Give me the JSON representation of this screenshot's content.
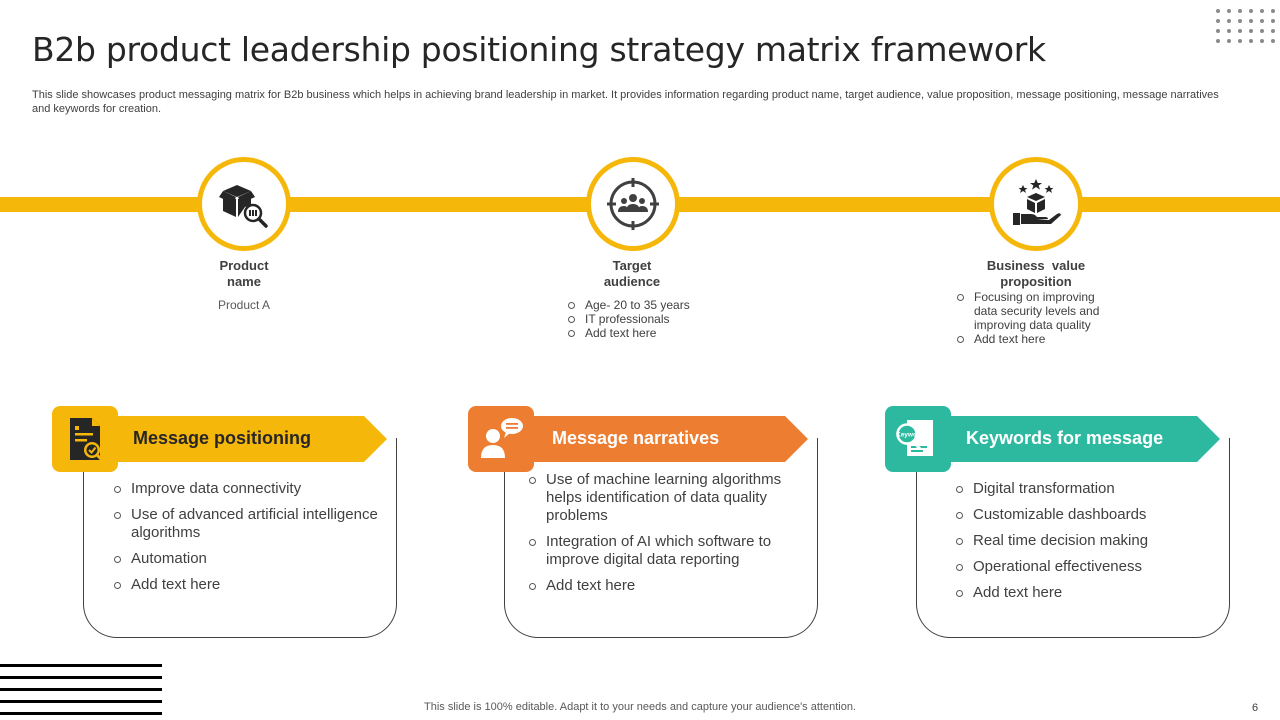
{
  "slide": {
    "title": "B2b product leadership positioning strategy matrix framework",
    "subtitle": "This slide showcases product messaging matrix for B2b business which helps in achieving brand leadership in market. It provides information regarding product name, target audience, value proposition, message positioning, message narratives and keywords for creation.",
    "footer": "This slide is 100% editable. Adapt it to your needs and capture your audience's attention.",
    "page_number": "6"
  },
  "colors": {
    "yellow": "#F6B70B",
    "orange": "#ED7D31",
    "teal": "#2DB9A0",
    "text": "#404040"
  },
  "timeline": [
    {
      "icon": "product-box-search-icon",
      "label_line1": "Product",
      "label_line2": "name",
      "text": "Product A"
    },
    {
      "icon": "target-audience-icon",
      "label_line1": "Target",
      "label_line2": "audience",
      "bullets": [
        "Age- 20 to 35 years",
        "IT professionals",
        "Add text here"
      ]
    },
    {
      "icon": "value-proposition-hand-icon",
      "label_line1": "Business  value",
      "label_line2": "proposition",
      "bullets": [
        "Focusing on improving data security levels and improving data quality",
        "Add text here"
      ]
    }
  ],
  "cards": [
    {
      "icon": "document-lock-icon",
      "title": "Message positioning",
      "bullets": [
        "Improve data connectivity",
        "Use of advanced artificial intelligence algorithms",
        "Automation",
        "Add text here"
      ]
    },
    {
      "icon": "person-chat-icon",
      "title": "Message narratives",
      "bullets": [
        "Use of machine learning algorithms helps identification of data quality problems",
        "Integration of AI which software to improve digital data reporting",
        "Add text here"
      ]
    },
    {
      "icon": "keywords-search-icon",
      "title": "Keywords for message",
      "icon_text": "Keywords",
      "bullets": [
        "Digital transformation",
        "Customizable dashboards",
        "Real time decision making",
        "Operational effectiveness",
        "Add text here"
      ]
    }
  ]
}
